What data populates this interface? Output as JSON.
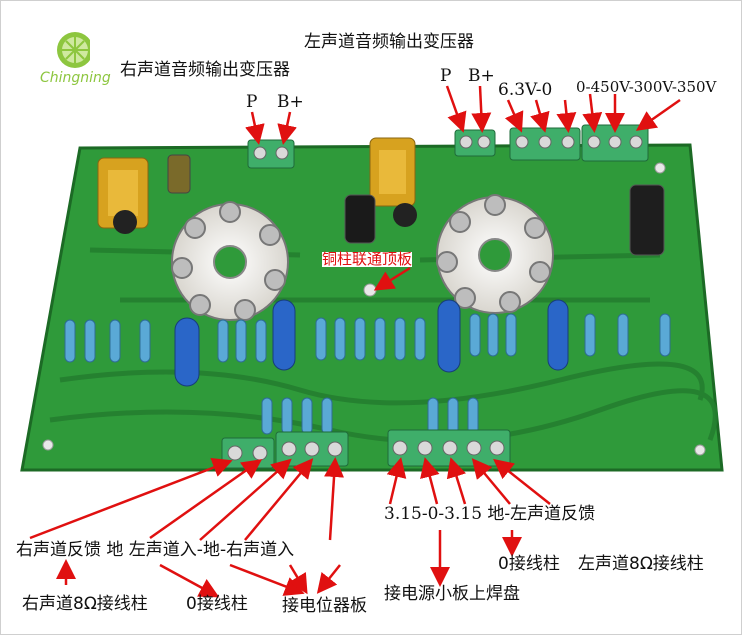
{
  "logo": {
    "brand": "Chingning"
  },
  "labels": {
    "left_transformer": "左声道音频输出变压器",
    "right_transformer": "右声道音频输出变压器",
    "p_right": "P",
    "bplus_right": "B+",
    "p_left": "P",
    "bplus_left": "B+",
    "heater": "6.3V-0",
    "hv": "0-450V-300V-350V",
    "copper_pillar": "铜柱联通顶板",
    "power_inputs": "3.15-0-3.15  地-左声道反馈",
    "left_terminals": "右声道反馈  地  左声道入-地-右声道入",
    "ground_post": "0接线柱",
    "left_8ohm": "左声道8Ω接线柱",
    "right_8ohm": "右声道8Ω接线柱",
    "ground_post2": "0接线柱",
    "pot_board": "接电位器板",
    "power_board": "接电源小板上焊盘"
  },
  "colors": {
    "pcb": "#2f9a3a",
    "pcb_dark": "#1f7a2a",
    "arrow": "#e01010",
    "terminal": "#3fae6a"
  }
}
